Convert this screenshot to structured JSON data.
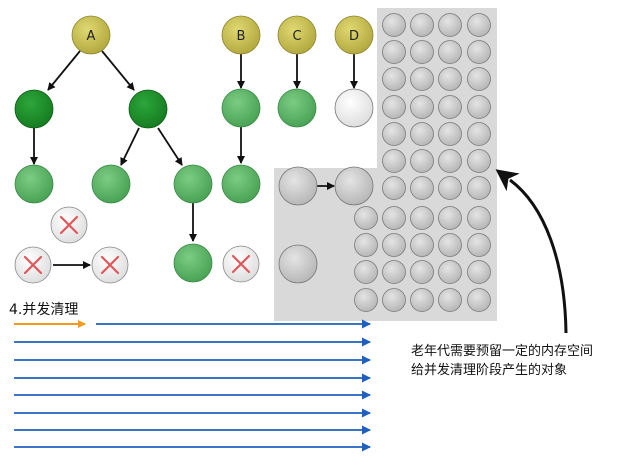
{
  "roots": [
    "A",
    "B",
    "C",
    "D"
  ],
  "step_label": "4.并发清理",
  "caption": {
    "line1": "老年代需要预留一定的内存空间",
    "line2": "给并发清理阶段产生的对象"
  },
  "colors": {
    "root_fill": "#c4bb4f",
    "dark_green": "#1e8a2a",
    "light_green": "#5fb86a",
    "white_node": "#efefef",
    "gray_node": "#c9c9c9",
    "cross": "#e0575b",
    "old_gen_region": "#d9d9d9",
    "orange_arrow": "#f39a1e",
    "blue_arrow": "#1f5fbf",
    "black_arrow": "#111111"
  },
  "diagram": {
    "dead_objects": 4,
    "memory_grid": "old generation free cells",
    "concurrent_threads": 1,
    "application_threads": 8
  }
}
